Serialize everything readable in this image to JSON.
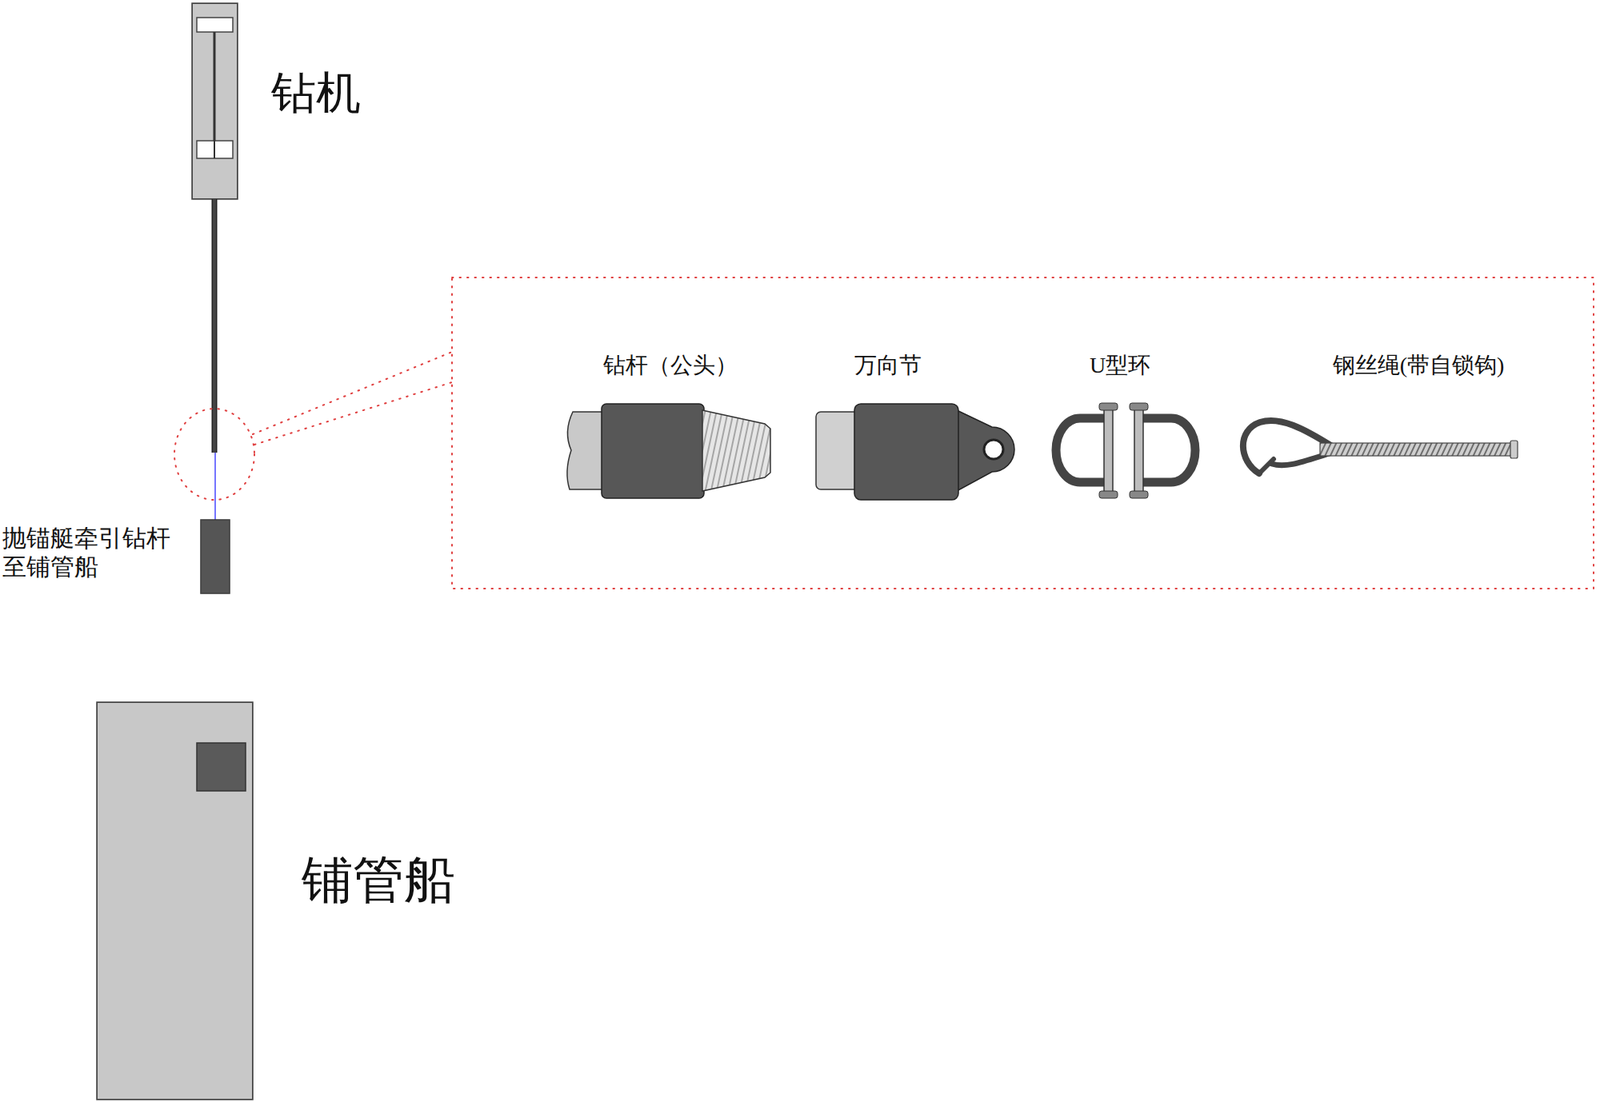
{
  "diagram": {
    "nodes": [
      {
        "text": [
          "钻机"
        ]
      },
      {
        "text": [
          "抛锚艇牵引钻杆至铺管船"
        ]
      },
      {
        "text": [
          "铺管船"
        ]
      }
    ],
    "edges": [
      {
        "from": 0,
        "to": 1,
        "arrow": "none"
      }
    ],
    "labels": [
      "钻杆（公头）",
      "万向节",
      "U型环",
      "钢丝绳(带自锁钩)"
    ]
  }
}
